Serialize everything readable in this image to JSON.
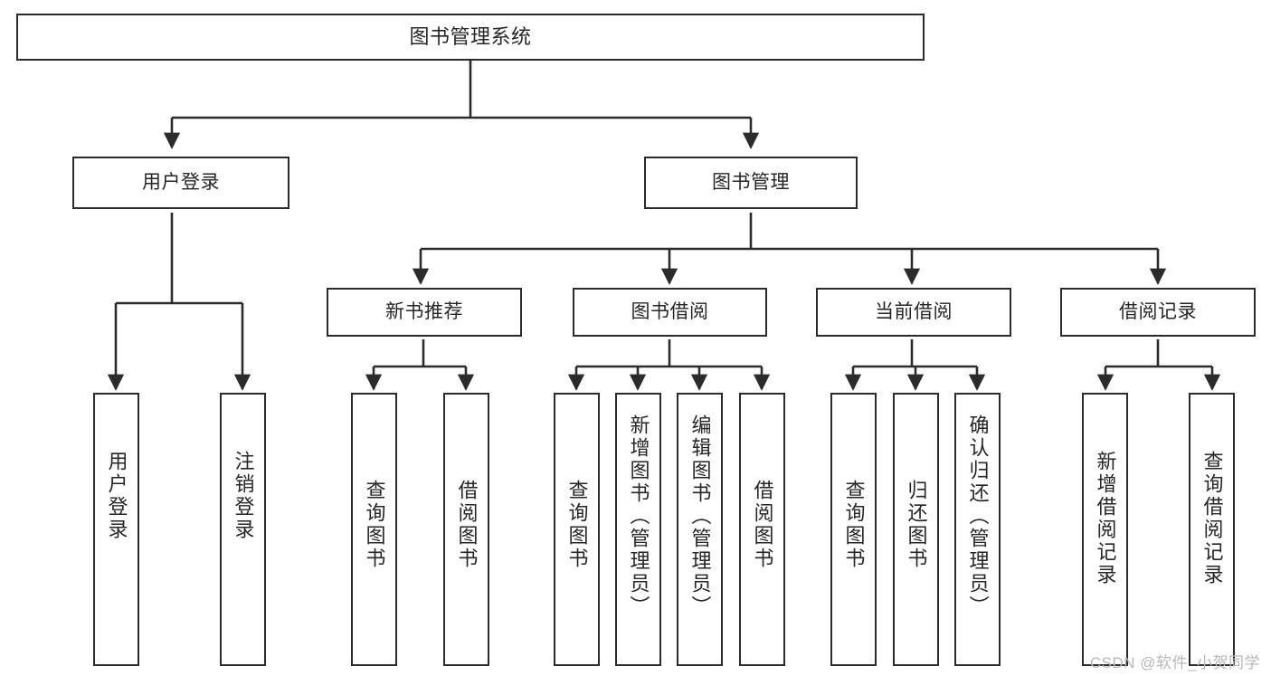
{
  "diagram": {
    "title": "图书管理系统",
    "type": "tree-hierarchy",
    "watermark": "CSDN @软件_小贺同学",
    "colors": {
      "stroke": "#2b2b2b",
      "fill": "#ffffff",
      "text": "#262626",
      "watermark": "#b8b8b8"
    },
    "nodes": {
      "root": {
        "label": "图书管理系统"
      },
      "level2": [
        {
          "label": "用户登录"
        },
        {
          "label": "图书管理"
        }
      ],
      "level3": [
        {
          "label": "新书推荐"
        },
        {
          "label": "图书借阅"
        },
        {
          "label": "当前借阅"
        },
        {
          "label": "借阅记录"
        }
      ],
      "leaves": {
        "user_login": [
          {
            "label": "用户登录"
          },
          {
            "label": "注销登录"
          }
        ],
        "new_book": [
          {
            "label": "查询图书"
          },
          {
            "label": "借阅图书"
          }
        ],
        "book_borrow": [
          {
            "label": "查询图书"
          },
          {
            "label": "新增图书（管理员）"
          },
          {
            "label": "编辑图书（管理员）"
          },
          {
            "label": "借阅图书"
          }
        ],
        "current_borrow": [
          {
            "label": "查询图书"
          },
          {
            "label": "归还图书"
          },
          {
            "label": "确认归还（管理员）"
          }
        ],
        "borrow_record": [
          {
            "label": "新增借阅记录"
          },
          {
            "label": "查询借阅记录"
          }
        ]
      }
    }
  }
}
